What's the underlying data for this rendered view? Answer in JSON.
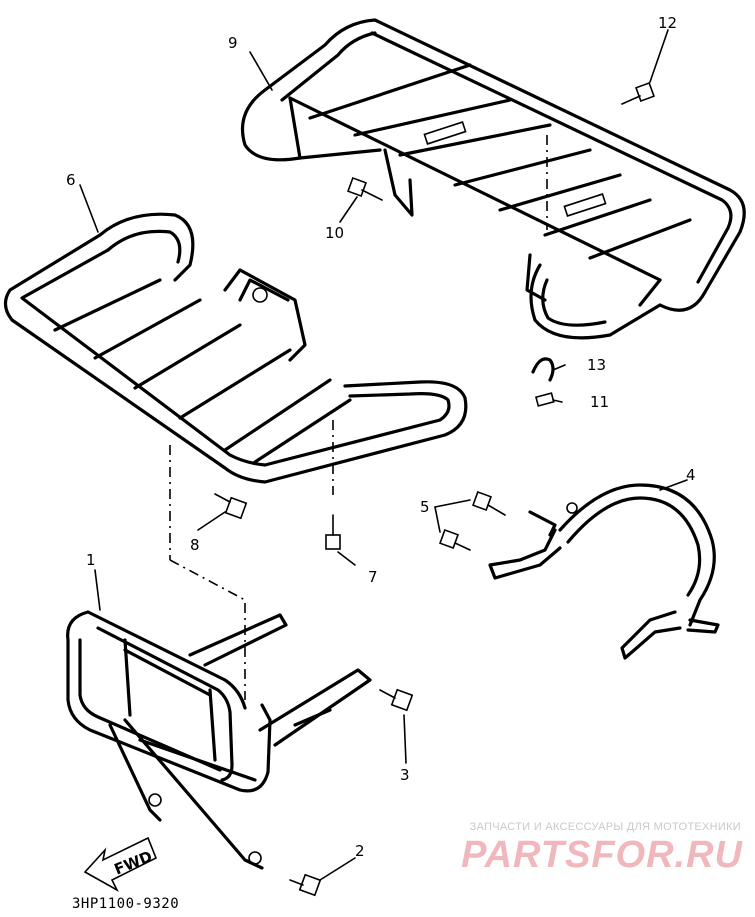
{
  "callouts": {
    "c1": "1",
    "c2": "2",
    "c3": "3",
    "c4": "4",
    "c5": "5",
    "c6": "6",
    "c7": "7",
    "c8": "8",
    "c9": "9",
    "c10": "10",
    "c11": "11",
    "c12": "12",
    "c13": "13"
  },
  "fwd_label": "FWD",
  "part_code": "3HP1100-9320",
  "watermark": {
    "caption": "ЗАПЧАСТИ И АКСЕССУАРЫ ДЛЯ МОТОТЕХНИКИ",
    "logo": "PARTSFOR.RU",
    "color": "#e8808c"
  }
}
